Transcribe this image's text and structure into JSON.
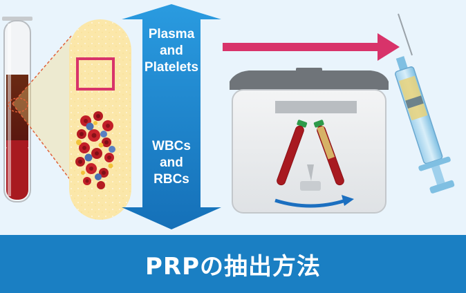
{
  "diagram": {
    "upper_layer_label": "Plasma\nand\nPlatelets",
    "lower_layer_label": "WBCs\nand\nRBCs"
  },
  "footer": {
    "title": "PRPの抽出方法"
  },
  "colors": {
    "background": "#e9f4fc",
    "banner": "#1a7fc3",
    "arrow_blue": "#1b86cf",
    "process_arrow": "#d8336a",
    "blood_red": "#a81a20",
    "plasma_amber": "#c9962e",
    "tube_cap_green": "#2e9a4a"
  },
  "icons": [
    "blood-tube-icon",
    "magnifier-callout-icon",
    "centrifuge-icon",
    "syringe-icon",
    "process-arrow-icon",
    "double-arrow-icon"
  ]
}
